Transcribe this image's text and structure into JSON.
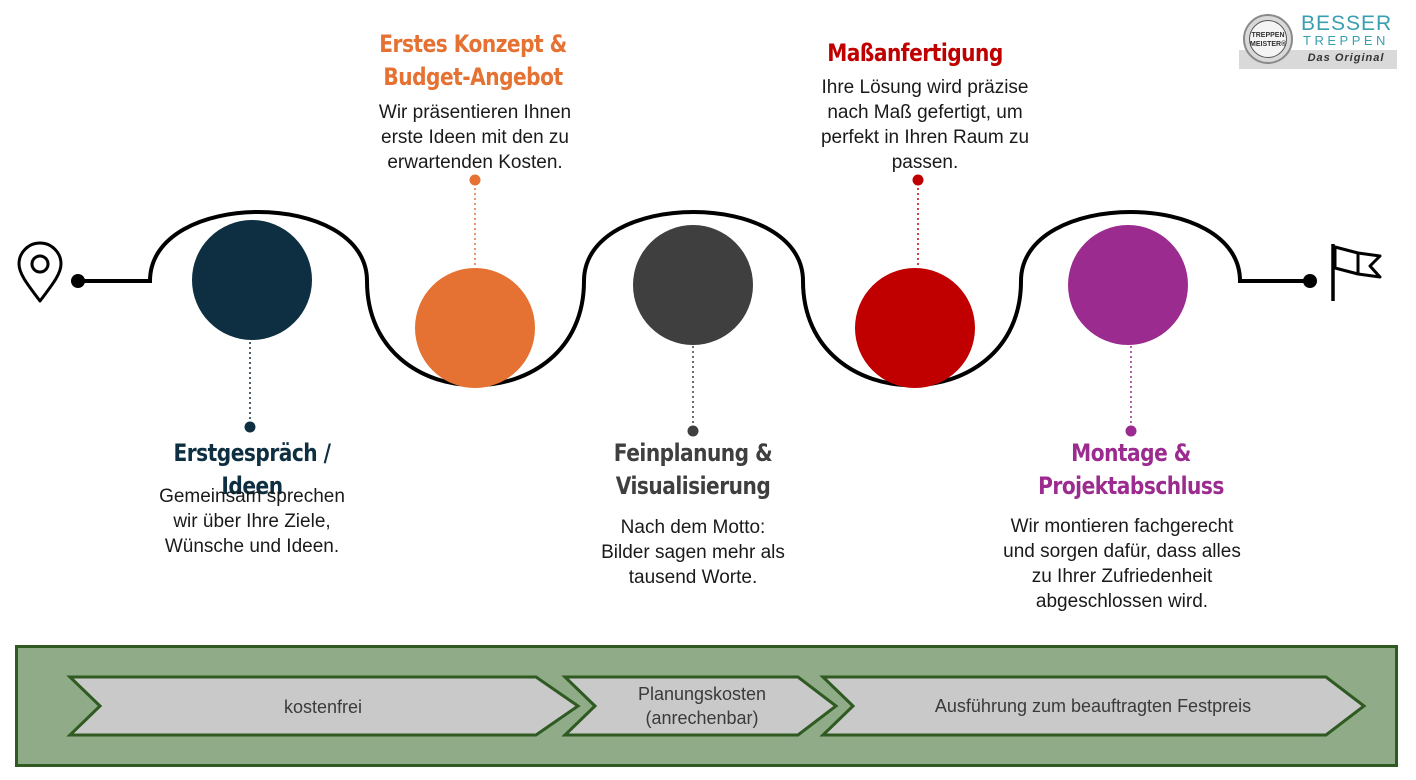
{
  "logo": {
    "seal_line1": "TREPPEN",
    "seal_line2": "MEISTER®",
    "brand_line1": "BESSER",
    "brand_line2": "TREPPEN",
    "brand_line3": "Das Original"
  },
  "icons": {
    "start": "map-pin-icon",
    "end": "finish-flag-icon"
  },
  "colors": {
    "path": "#000000",
    "step1": "#0e2f41",
    "step2": "#e57232",
    "step3": "#3f3f3f",
    "step4": "#c00000",
    "step5": "#9c2b8f",
    "panel_bg": "#8fab88",
    "panel_border": "#2f5a22",
    "chevron_fill": "#c9c9c9",
    "chevron_stroke": "#2f5a22"
  },
  "steps": [
    {
      "title_line1": "Erstgespräch / Ideen",
      "title_line2": "",
      "desc_lines": [
        "Gemeinsam sprechen",
        "wir über Ihre Ziele,",
        "Wünsche und Ideen."
      ]
    },
    {
      "title_line1": "Erstes Konzept &",
      "title_line2": "Budget-Angebot",
      "desc_lines": [
        "Wir präsentieren Ihnen",
        "erste Ideen mit den zu",
        "erwartenden Kosten."
      ]
    },
    {
      "title_line1": "Feinplanung &",
      "title_line2": "Visualisierung",
      "desc_lines": [
        "Nach dem Motto:",
        "Bilder sagen mehr als",
        "tausend Worte."
      ]
    },
    {
      "title_line1": "Maßanfertigung",
      "title_line2": "",
      "desc_lines": [
        "Ihre Lösung wird präzise",
        "nach Maß gefertigt, um",
        "perfekt in Ihren Raum zu",
        "passen."
      ]
    },
    {
      "title_line1": "Montage &",
      "title_line2": "Projektabschluss",
      "desc_lines": [
        "Wir montieren fachgerecht",
        "und sorgen dafür, dass alles",
        "zu Ihrer Zufriedenheit",
        "abgeschlossen wird."
      ]
    }
  ],
  "phases": [
    {
      "line1": "kostenfrei",
      "line2": ""
    },
    {
      "line1": "Planungskosten",
      "line2": "(anrechenbar)"
    },
    {
      "line1": "Ausführung zum beauftragten Festpreis",
      "line2": ""
    }
  ]
}
